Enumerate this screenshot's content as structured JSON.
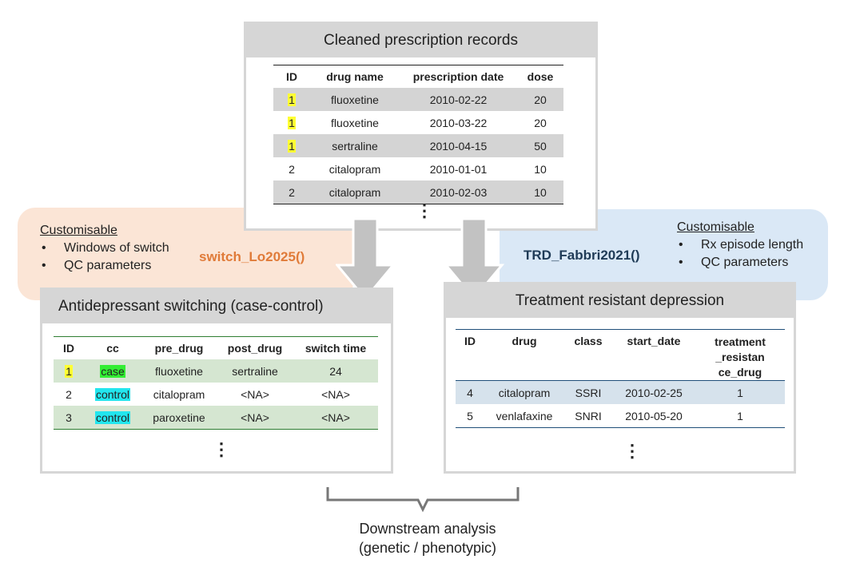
{
  "top_card": {
    "title": "Cleaned prescription records",
    "headers": [
      "ID",
      "drug name",
      "prescription date",
      "dose"
    ],
    "rows": [
      [
        "1",
        "fluoxetine",
        "2010-02-22",
        "20"
      ],
      [
        "1",
        "fluoxetine",
        "2010-03-22",
        "20"
      ],
      [
        "1",
        "sertraline",
        "2010-04-15",
        "50"
      ],
      [
        "2",
        "citalopram",
        "2010-01-01",
        "10"
      ],
      [
        "2",
        "citalopram",
        "2010-02-03",
        "10"
      ]
    ],
    "ellipsis": "⋮"
  },
  "left_panel": {
    "custom_title": "Customisable",
    "items": [
      "Windows of switch",
      "QC parameters"
    ],
    "function_name": "switch_Lo2025()"
  },
  "right_panel": {
    "custom_title": "Customisable",
    "items": [
      "Rx episode length",
      "QC parameters"
    ],
    "function_name": "TRD_Fabbri2021()"
  },
  "left_card": {
    "title": "Antidepressant switching (case-control)",
    "headers": [
      "ID",
      "cc",
      "pre_drug",
      "post_drug",
      "switch time"
    ],
    "rows": [
      [
        "1",
        "case",
        "fluoxetine",
        "sertraline",
        "24"
      ],
      [
        "2",
        "control",
        "citalopram",
        "<NA>",
        "<NA>"
      ],
      [
        "3",
        "control",
        "paroxetine",
        "<NA>",
        "<NA>"
      ]
    ],
    "ellipsis": "⋮"
  },
  "right_card": {
    "title": "Treatment resistant depression",
    "headers": [
      "ID",
      "drug",
      "class",
      "start_date",
      "treatment\n_resistan\nce_drug"
    ],
    "rows": [
      [
        "4",
        "citalopram",
        "SSRI",
        "2010-02-25",
        "1"
      ],
      [
        "5",
        "venlafaxine",
        "SNRI",
        "2010-05-20",
        "1"
      ]
    ],
    "ellipsis": "⋮"
  },
  "downstream": {
    "line1": "Downstream analysis",
    "line2": "(genetic / phenotypic)"
  },
  "colors": {
    "left_panel_bg": "#fbe5d6",
    "right_panel_bg": "#dae8f6",
    "left_function": "#e07b39",
    "right_function": "#1f3b57",
    "card_header": "#d6d6d6",
    "highlight_yellow": "#ffff33",
    "highlight_green": "#33ee33",
    "highlight_cyan": "#22e6ee",
    "arrow_fill": "#c2c2c2"
  }
}
